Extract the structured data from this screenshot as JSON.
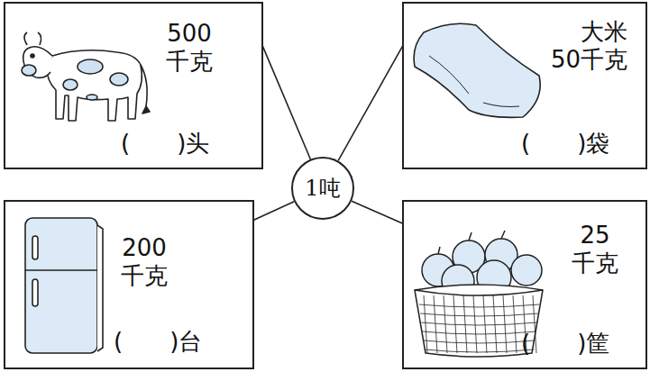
{
  "diagram": {
    "nodes": [
      {
        "text": [
          "500 千克",
          "(　　)头"
        ]
      },
      {
        "text": [
          "大米 50千克",
          "(　　)袋"
        ]
      },
      {
        "text": [
          "1吨"
        ]
      },
      {
        "text": [
          "200 千克",
          "(　　)台"
        ]
      },
      {
        "text": [
          "25 千克",
          "(　　)筐"
        ]
      }
    ],
    "edges": [
      {
        "from": 2,
        "to": 0,
        "arrow": "none"
      },
      {
        "from": 2,
        "to": 1,
        "arrow": "none"
      },
      {
        "from": 2,
        "to": 3,
        "arrow": "none"
      },
      {
        "from": 2,
        "to": 4,
        "arrow": "none"
      }
    ]
  }
}
